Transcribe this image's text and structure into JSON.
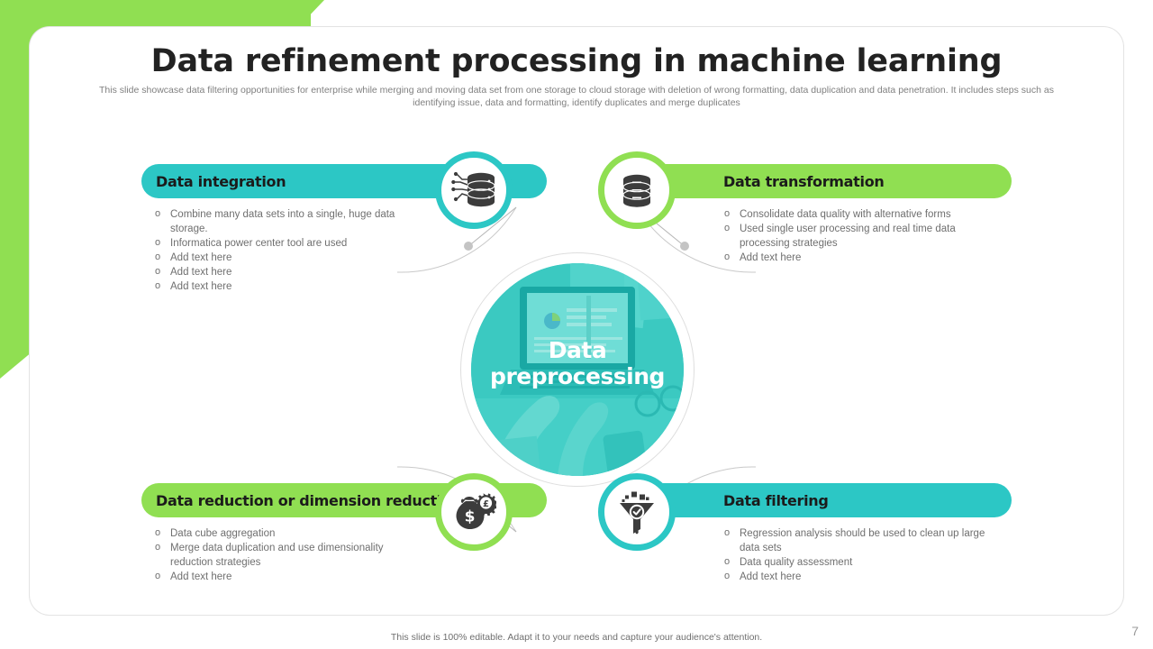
{
  "slide": {
    "title": "Data refinement processing in machine learning",
    "subtitle": "This slide showcase data filtering opportunities for enterprise while merging and moving data set from one storage to cloud storage with deletion of wrong formatting, data duplication and data penetration. It includes steps such as identifying issue, data and formatting, identify duplicates and merge duplicates",
    "page_number": "7",
    "footer_note": "This slide is 100% editable. Adapt it to your needs and capture your audience's attention."
  },
  "colors": {
    "teal": "#2cc7c5",
    "green": "#90df52",
    "center_photo_tint": "#2fc6c0",
    "body_text": "#6f6f6f",
    "title_text": "#222222"
  },
  "center": {
    "label_line1": "Data",
    "label_line2": "preprocessing",
    "icon": "laptop-typing-photo"
  },
  "quadrants": [
    {
      "id": "data-integration",
      "position": "top-left",
      "accent": "#2cc7c5",
      "title": "Data integration",
      "icon": "database-network-icon",
      "bullets": [
        "Combine  many data sets into a single, huge data storage.",
        "Informatica  power  center  tool are used",
        "Add text here",
        "Add text here",
        "Add text here"
      ]
    },
    {
      "id": "data-transformation",
      "position": "top-right",
      "accent": "#90df52",
      "title": "Data transformation",
      "icon": "database-stack-icon",
      "bullets": [
        "Consolidate data quality  with alternative  forms",
        "Used single user processing and real time data processing  strategies",
        "Add text here"
      ]
    },
    {
      "id": "data-reduction",
      "position": "bottom-left",
      "accent": "#90df52",
      "title": "Data reduction or dimension reduction",
      "icon": "money-bag-gear-icon",
      "bullets": [
        "Data cube aggregation",
        "Merge data duplication and use dimensionality reduction  strategies",
        "Add text here"
      ]
    },
    {
      "id": "data-filtering",
      "position": "bottom-right",
      "accent": "#2cc7c5",
      "title": "Data filtering",
      "icon": "funnel-check-icon",
      "bullets": [
        "Regression  analysis should  be used to clean up large data sets",
        "Data quality assessment",
        "Add text here"
      ]
    }
  ]
}
